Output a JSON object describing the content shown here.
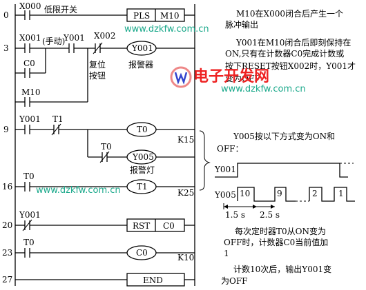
{
  "rungs": {
    "r0": {
      "step": "0",
      "contact": "X000",
      "contact_note": "低限开关",
      "coil": "PLS",
      "coil_arg": "M10"
    },
    "r3": {
      "step": "3",
      "contact1": "X001",
      "contact1_note": "(手动)",
      "contact2": "Y001",
      "contact3": "X002",
      "contact3_note_1": "复位",
      "contact3_note_2": "按钮",
      "coil": "Y001",
      "coil_note": "报警器",
      "branch1": "C0",
      "branch2": "M10"
    },
    "r9": {
      "step": "9",
      "contact1": "Y001",
      "contact2": "T1",
      "coil1": "T0",
      "coil1_arg": "K15",
      "branch_contact": "T0",
      "coil2": "Y005",
      "coil2_note": "报警灯"
    },
    "r16": {
      "step": "16",
      "contact": "T0",
      "coil": "T1",
      "coil_arg": "K25"
    },
    "r20": {
      "step": "20",
      "contact": "Y001",
      "coil": "RST",
      "coil_arg": "C0"
    },
    "r23": {
      "step": "23",
      "contact": "T0",
      "coil": "C0",
      "coil_arg": "K10"
    },
    "r27": {
      "step": "27",
      "coil": "END"
    }
  },
  "notes": {
    "n1_l1": "M10在X000闭合后产生一个",
    "n1_l2": "脉冲输出",
    "n2_l1": "Y001在M10闭合后即刻保持在",
    "n2_l2": "ON,只有在计数器C0完成计数或",
    "n2_l3": "按下RESET按钮X002时，Y001才",
    "n2_l4": "变为OFF",
    "n3_l1": "Y005按以下方式变为ON和",
    "n3_l2": "OFF：",
    "n4_l1": "每次定时器T0从ON变为",
    "n4_l2": "OFF时，计数器C0当前值加",
    "n4_l3": "1",
    "n5_l1": "计数10次后，输出Y001变",
    "n5_l2": "为OFF"
  },
  "timing": {
    "row1_label": "Y001",
    "row2_label": "Y005",
    "pulse1": "10",
    "pulse2": "9",
    "pulse3": "2",
    "pulse4": "1",
    "on_time": "1.5 s",
    "off_time": "2.5 s"
  },
  "watermarks": {
    "url": "www.dzkfw.com.cn",
    "logo_text": "电子开发网"
  },
  "colors": {
    "watermark": "#19a88a",
    "logo": "#ee2222"
  }
}
